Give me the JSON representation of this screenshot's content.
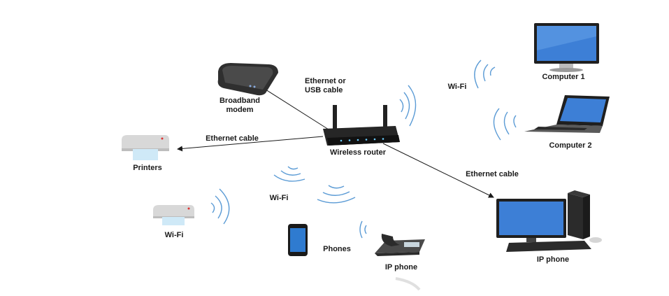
{
  "colors": {
    "wifi_wave": "#5b9bd5",
    "cable": "#1a1a1a",
    "device_dark": "#2b2b2b",
    "screen": "#3d7fd6",
    "label_text": "#1a1a1a"
  },
  "devices": {
    "modem": {
      "label_line1": "Broadband",
      "label_line2": "modem",
      "icon": "modem-icon"
    },
    "router": {
      "label": "Wireless router",
      "icon": "router-icon"
    },
    "computer1": {
      "label": "Computer 1",
      "icon": "monitor-icon"
    },
    "computer2": {
      "label": "Computer 2",
      "icon": "laptop-icon"
    },
    "printer_wired": {
      "label": "Printers",
      "icon": "printer-icon"
    },
    "printer_wifi": {
      "label": "Wi-Fi",
      "icon": "printer-icon"
    },
    "mobile": {
      "label": "Phones",
      "icon": "smartphone-icon"
    },
    "ip_phone": {
      "label": "IP phone",
      "icon": "desk-phone-icon"
    },
    "desktop": {
      "label": "IP phone",
      "icon": "desktop-pc-icon"
    }
  },
  "connections": {
    "modem_link_line1": "Ethernet or",
    "modem_link_line2": "USB cable",
    "printer_link": "Ethernet cable",
    "desktop_link": "Ethernet cable",
    "wifi_computers": "Wi-Fi",
    "wifi_phones": "Wi-Fi"
  }
}
